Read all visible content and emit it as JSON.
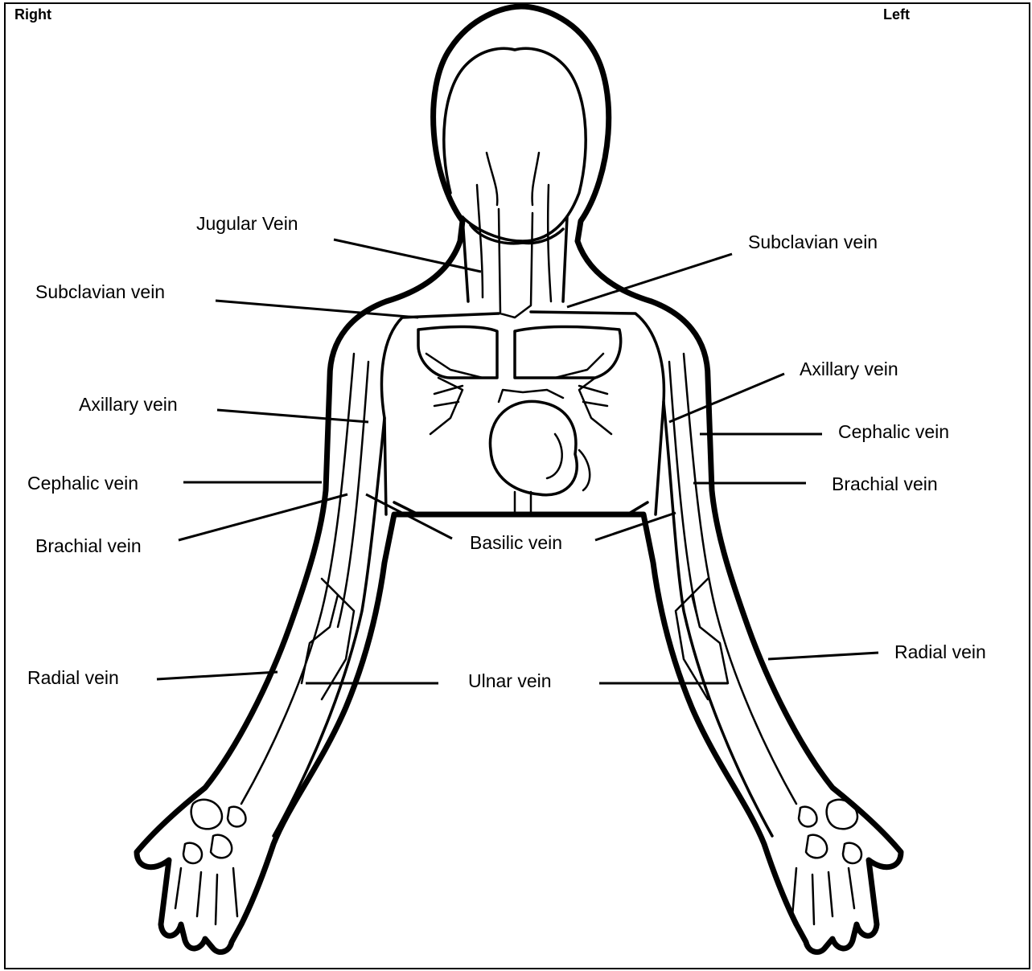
{
  "orientation": {
    "right": "Right",
    "left": "Left"
  },
  "labels": {
    "jugular": "Jugular Vein",
    "subclavian_r": "Subclavian vein",
    "subclavian_l": "Subclavian vein",
    "axillary_r": "Axillary vein",
    "axillary_l": "Axillary vein",
    "cephalic_r": "Cephalic vein",
    "cephalic_l": "Cephalic vein",
    "brachial_r": "Brachial vein",
    "brachial_l": "Brachial vein",
    "basilic": "Basilic vein",
    "radial_r": "Radial vein",
    "radial_l": "Radial vein",
    "ulnar": "Ulnar vein"
  }
}
